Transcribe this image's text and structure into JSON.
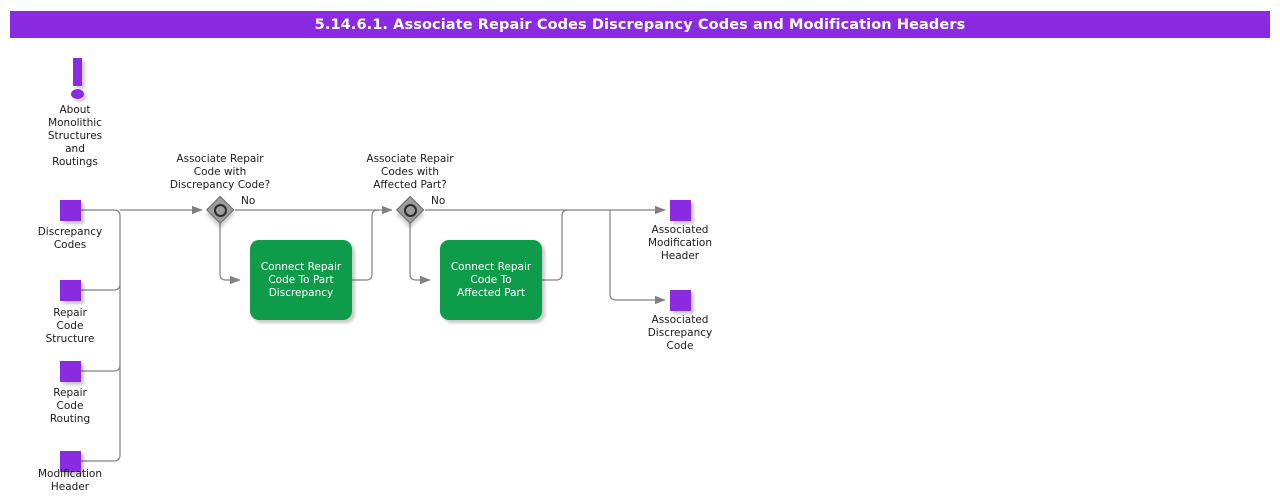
{
  "header": {
    "title": "5.14.6.1. Associate Repair Codes Discrepancy Codes and Modification Headers",
    "bar_color": "#8A2BE2",
    "text_color": "#FFFFFF"
  },
  "colors": {
    "data_object": "#8A2BE2",
    "task": "#0E9C4A",
    "gateway": "#9C9C9C",
    "connector": "#808080",
    "note": "#8A2BE2"
  },
  "note": {
    "icon": "exclamation-icon",
    "label": "About\nMonolithic\nStructures\nand\nRoutings"
  },
  "inputs": [
    {
      "label": "Discrepancy\nCodes",
      "icon": "data-object-icon"
    },
    {
      "label": "Repair\nCode\nStructure",
      "icon": "data-object-icon"
    },
    {
      "label": "Repair\nCode\nRouting",
      "icon": "data-object-icon"
    },
    {
      "label": "Modification\nHeader",
      "icon": "data-object-icon"
    }
  ],
  "gateways": [
    {
      "question": "Associate Repair\nCode with\nDiscrepancy Code?",
      "flow_label": "No",
      "type": "inclusive-gateway-icon"
    },
    {
      "question": "Associate Repair\nCodes with\nAffected Part?",
      "flow_label": "No",
      "type": "inclusive-gateway-icon"
    }
  ],
  "tasks": [
    {
      "label": "Connect Repair\nCode To Part\nDiscrepancy"
    },
    {
      "label": "Connect Repair\nCode To\nAffected Part"
    }
  ],
  "outputs": [
    {
      "label": "Associated\nModification\nHeader",
      "icon": "data-object-icon"
    },
    {
      "label": "Associated\nDiscrepancy\nCode",
      "icon": "data-object-icon"
    }
  ]
}
